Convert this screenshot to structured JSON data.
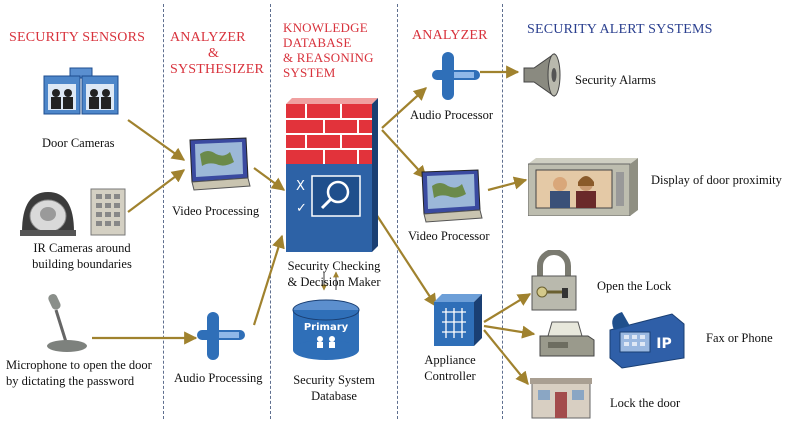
{
  "columns": {
    "sensors": "SECURITY SENSORS",
    "analyzer1": [
      "ANALYZER",
      "&",
      "SYSTHESIZER"
    ],
    "knowledge": [
      "KNOWLEDGE",
      "DATABASE",
      "& REASONING",
      "SYSTEM"
    ],
    "analyzer2": "ANALYZER",
    "alerts": "SECURITY ALERT SYSTEMS"
  },
  "nodes": {
    "door_cameras": "Door Cameras",
    "ir_cameras": [
      "IR Cameras around",
      "building boundaries"
    ],
    "microphone": [
      "Microphone to open the door",
      "by dictating the password"
    ],
    "video_processing": "Video Processing",
    "audio_processing": "Audio Processing",
    "security_checking": [
      "Security Checking",
      "& Decision Maker"
    ],
    "database_badge": "Primary",
    "security_db": [
      "Security System",
      "Database"
    ],
    "audio_processor": "Audio Processor",
    "video_processor": "Video Processor",
    "appliance_controller": [
      "Appliance",
      "Controller"
    ],
    "security_alarms": "Security Alarms",
    "display": "Display of door proximity",
    "open_lock": "Open the Lock",
    "fax_phone": "Fax or Phone",
    "lock_door": "Lock the door",
    "phone_badge": "IP"
  },
  "colors": {
    "header_red": "#d8323c",
    "header_blue": "#2a3f8f",
    "arrow": "#a0822e",
    "firewall": "#e2333b",
    "router": "#2f5fa8"
  }
}
